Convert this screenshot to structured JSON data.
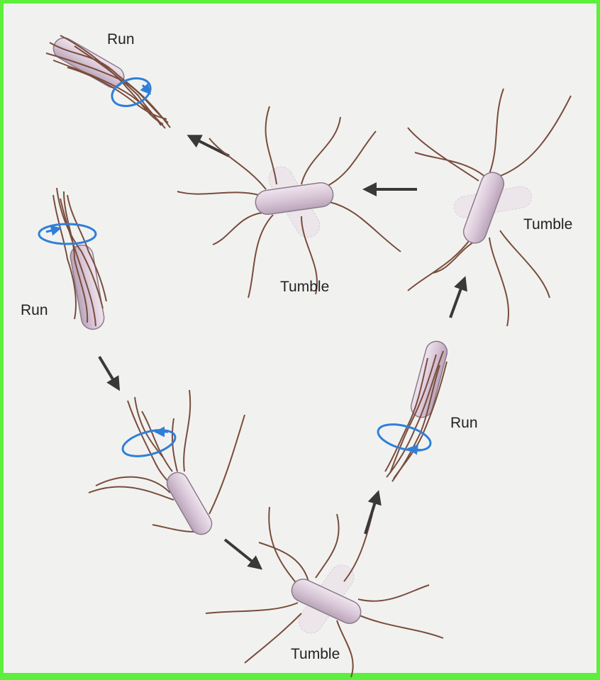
{
  "figure": {
    "colors": {
      "background": "#f1f2f0",
      "border": "#5cf03c",
      "cell_body": "#d9c7d8",
      "flagellum": "#7a4c3c",
      "rotation_arrow": "#2f7fd8",
      "direction_arrow": "#3a3838"
    },
    "labels": {
      "run_top": "Run",
      "tumble_top_middle": "Tumble",
      "tumble_top_right": "Tumble",
      "run_left": "Run",
      "run_right": "Run",
      "tumble_bottom": "Tumble"
    },
    "icons": {
      "rotation": "counterclockwise-rotation-icon",
      "movement": "direction-arrow-icon"
    }
  }
}
